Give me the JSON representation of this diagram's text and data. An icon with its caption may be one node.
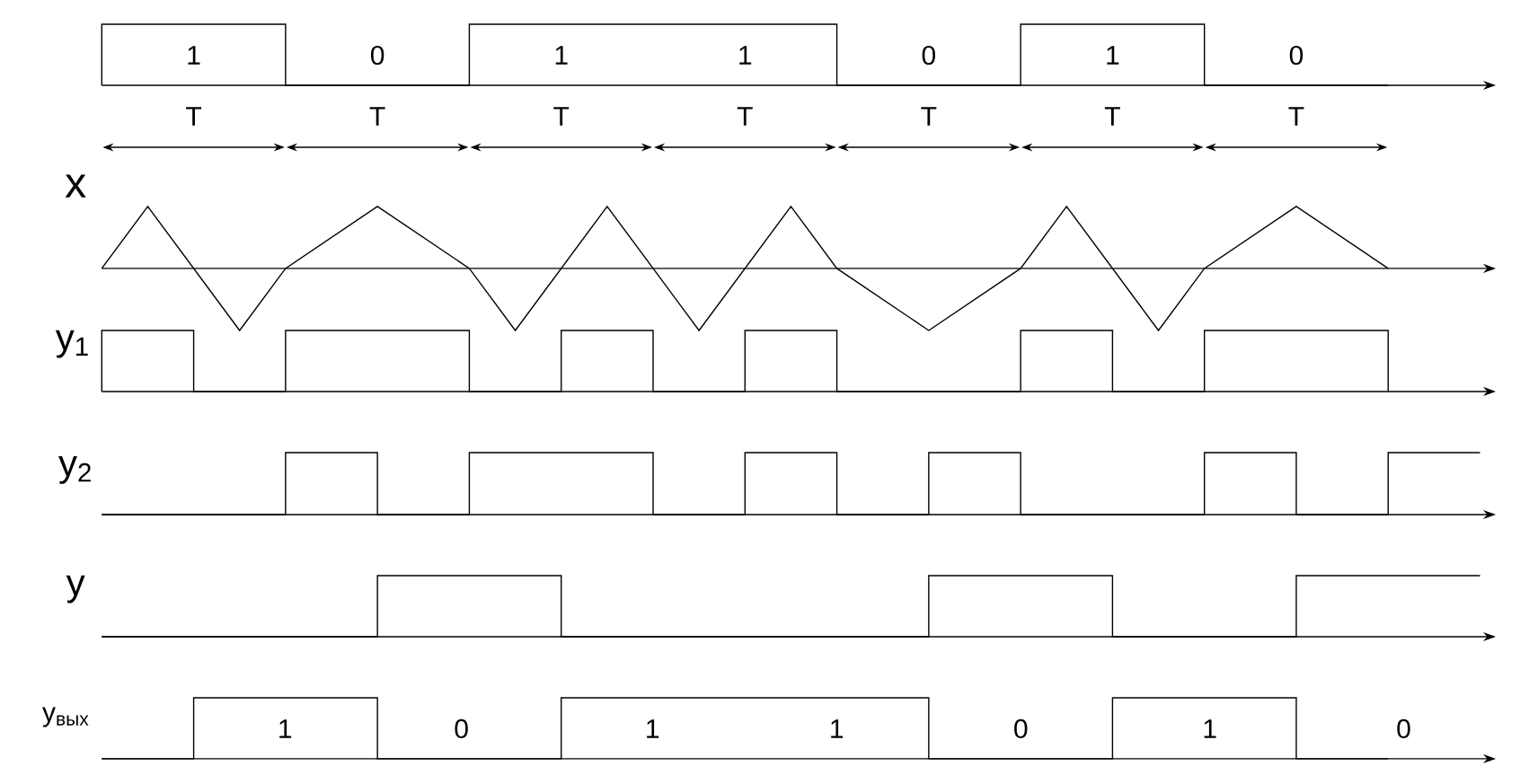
{
  "diagram": {
    "labels": [
      "1",
      "0",
      "1",
      "1",
      "0",
      "1",
      "0",
      "T",
      "T",
      "T",
      "T",
      "T",
      "T",
      "T",
      "x",
      "y$_{1}$",
      "y$_{2}$",
      "y",
      "y$_{вых}$",
      "1",
      "0",
      "1",
      "1",
      "0",
      "1",
      "0"
    ]
  }
}
